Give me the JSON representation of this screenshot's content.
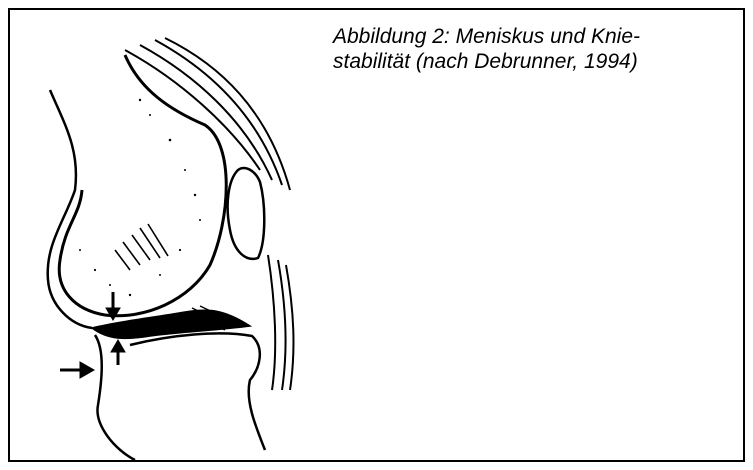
{
  "figure": {
    "caption_line1": "Abbildung 2: Meniskus und Knie-",
    "caption_line2": "stabilität (nach Debrunner, 1994)",
    "illustration_subject": "knee-joint-meniscus-drawing",
    "colors": {
      "ink": "#000000",
      "paper": "#ffffff"
    }
  }
}
